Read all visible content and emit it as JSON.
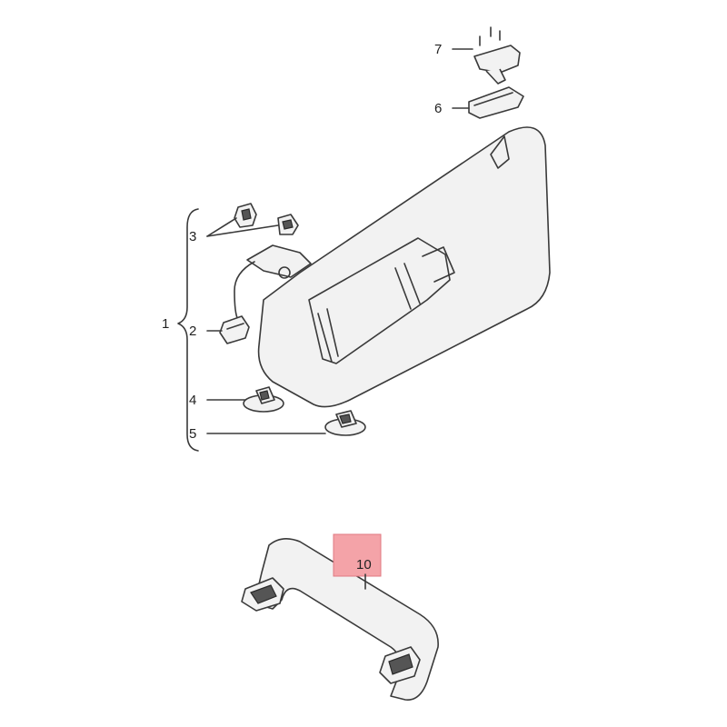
{
  "callouts": {
    "c1": "1",
    "c2": "2",
    "c3": "3",
    "c4": "4",
    "c5": "5",
    "c6": "6",
    "c7": "7",
    "c10": "10"
  },
  "colors": {
    "line": "#3a3a3a",
    "highlight": "#f4a3a8",
    "background": "#ffffff"
  }
}
